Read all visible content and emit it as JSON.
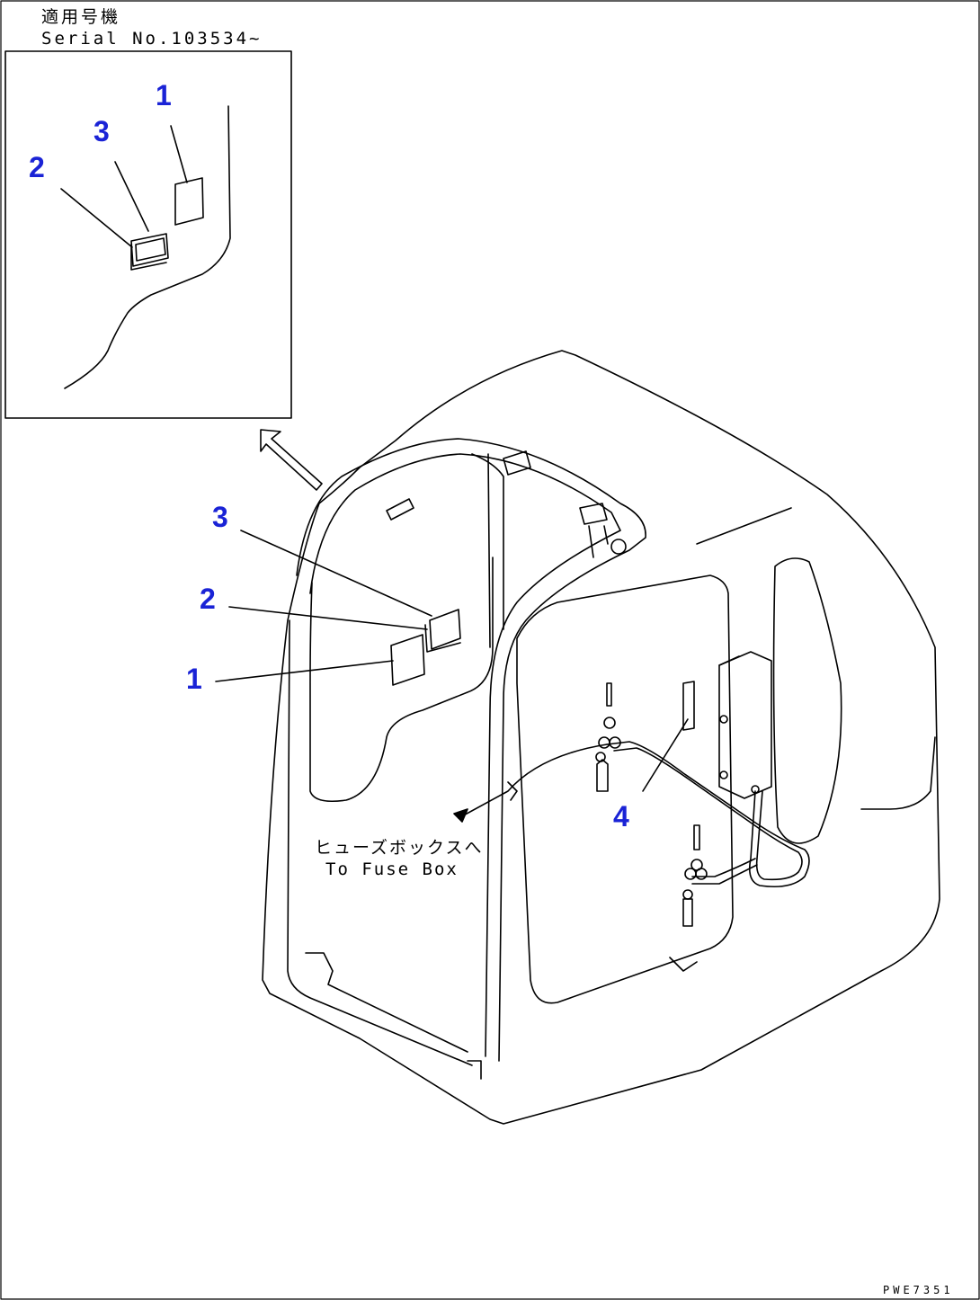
{
  "header": {
    "applicable_label": "適用号機",
    "serial": "Serial No.103534~"
  },
  "inset": {
    "callouts": [
      "1",
      "3",
      "2"
    ]
  },
  "main": {
    "callouts": [
      "3",
      "2",
      "1",
      "4"
    ],
    "note_jp": "ヒューズボックスへ",
    "note_en": "To Fuse Box"
  },
  "drawing_code": "PWE7351",
  "colors": {
    "callout": "#1a23d6",
    "line": "#000000"
  }
}
